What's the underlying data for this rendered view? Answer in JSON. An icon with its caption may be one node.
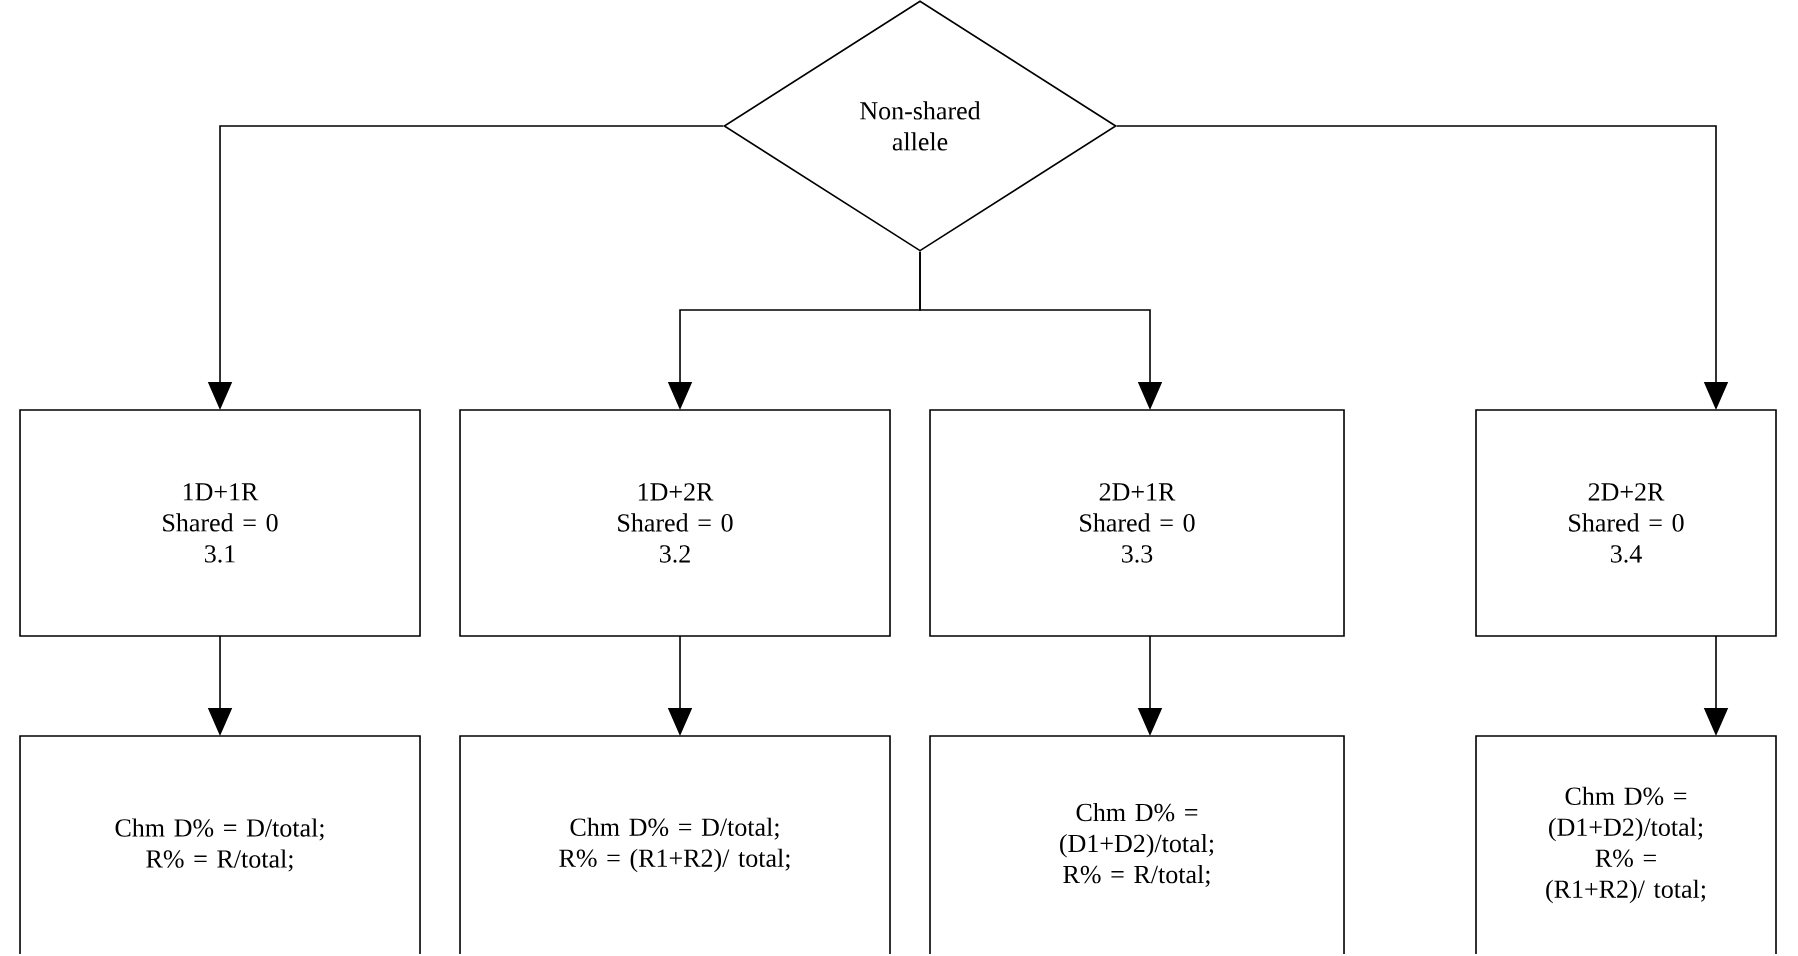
{
  "diagram": {
    "nodes": [
      {
        "text": [
          "Non-shared allele"
        ]
      },
      {
        "text": [
          "1D+1R",
          "Shared = 0",
          "3.1"
        ]
      },
      {
        "text": [
          "1D+2R",
          "Shared = 0",
          "3.2"
        ]
      },
      {
        "text": [
          "2D+1R",
          "Shared = 0",
          "3.3"
        ]
      },
      {
        "text": [
          "2D+2R",
          "Shared = 0",
          "3.4"
        ]
      },
      {
        "text": [
          "Chm D% = D/total; R% = R/total;"
        ]
      },
      {
        "text": [
          "Chm D% = D/total; R% = (R1+R2)/ total;"
        ]
      },
      {
        "text": [
          "Chm D% = (D1+D2)/total; R% = R/total;"
        ]
      },
      {
        "text": [
          "Chm D% = (D1+D2)/total; R% = (R1+R2)/ total;"
        ]
      }
    ],
    "edges": [
      {
        "from": 0,
        "to": 1,
        "arrow": "to"
      },
      {
        "from": 0,
        "to": 2,
        "arrow": "to"
      },
      {
        "from": 0,
        "to": 3,
        "arrow": "to"
      },
      {
        "from": 0,
        "to": 4,
        "arrow": "to"
      },
      {
        "from": 1,
        "to": 5,
        "arrow": "to"
      },
      {
        "from": 2,
        "to": 6,
        "arrow": "to"
      },
      {
        "from": 3,
        "to": 7,
        "arrow": "to"
      },
      {
        "from": 4,
        "to": 8,
        "arrow": "to"
      }
    ]
  }
}
